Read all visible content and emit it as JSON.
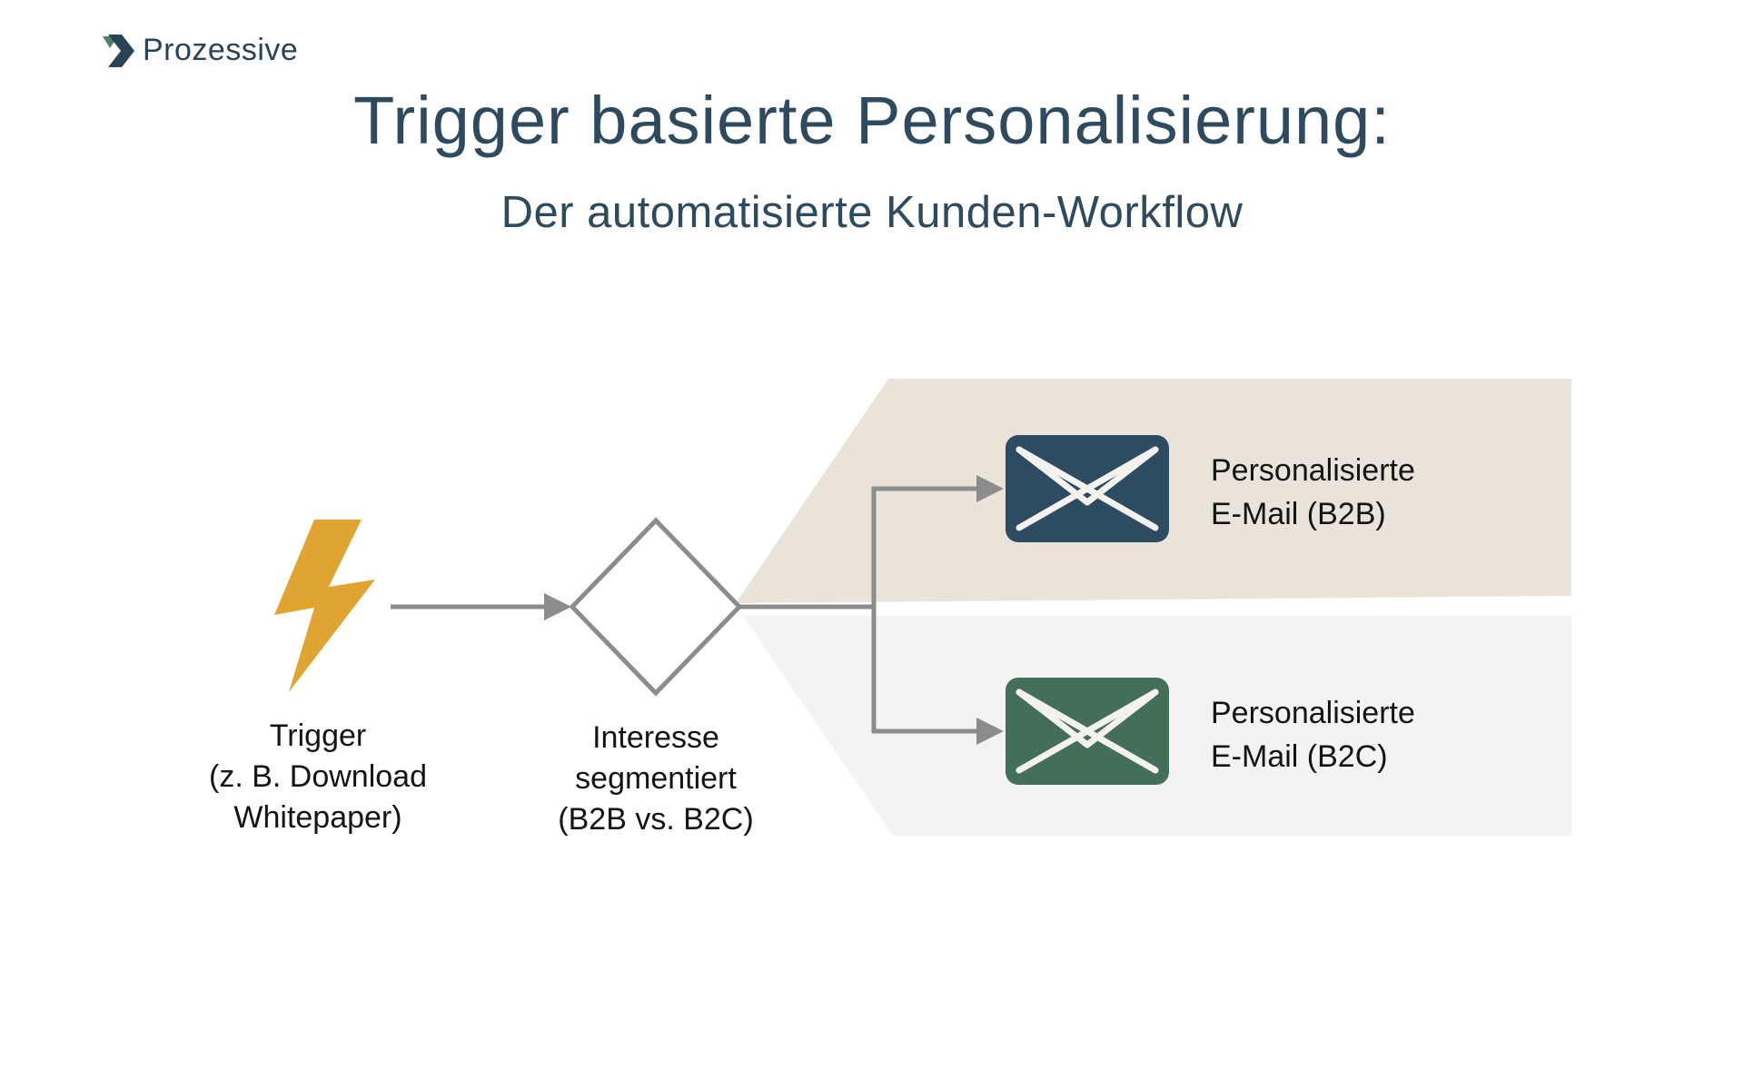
{
  "brand": {
    "name": "Prozessive",
    "icon": "chevron-arrow"
  },
  "header": {
    "title": "Trigger basierte Personalisierung:",
    "subtitle": "Der automatisierte Kunden-Workflow"
  },
  "colors": {
    "title_color": "#2e4a5e",
    "logo_dark": "#2a4357",
    "logo_accent": "#53806d",
    "band_beige": "#e9e3da",
    "band_light": "#f3f3f1",
    "connector_gray": "#8c8c8c",
    "bolt_gold": "#e0a531",
    "b2b_blue": "#2d4b61",
    "b2c_green": "#436e58",
    "diamond_fill": "#ffffff",
    "label_black": "#141414"
  },
  "diagram": {
    "trigger": {
      "icon": "lightning-bolt",
      "label_lines": [
        "Trigger",
        "(z. B. Download",
        "Whitepaper)"
      ]
    },
    "decision": {
      "shape": "diamond",
      "label_lines": [
        "Interesse",
        "segmentiert",
        "(B2B vs. B2C)"
      ]
    },
    "branches": [
      {
        "id": "b2b",
        "icon": "envelope",
        "label_lines": [
          "Personalisierte",
          "E-Mail (B2B)"
        ]
      },
      {
        "id": "b2c",
        "icon": "envelope",
        "label_lines": [
          "Personalisierte",
          "E-Mail (B2C)"
        ]
      }
    ]
  }
}
